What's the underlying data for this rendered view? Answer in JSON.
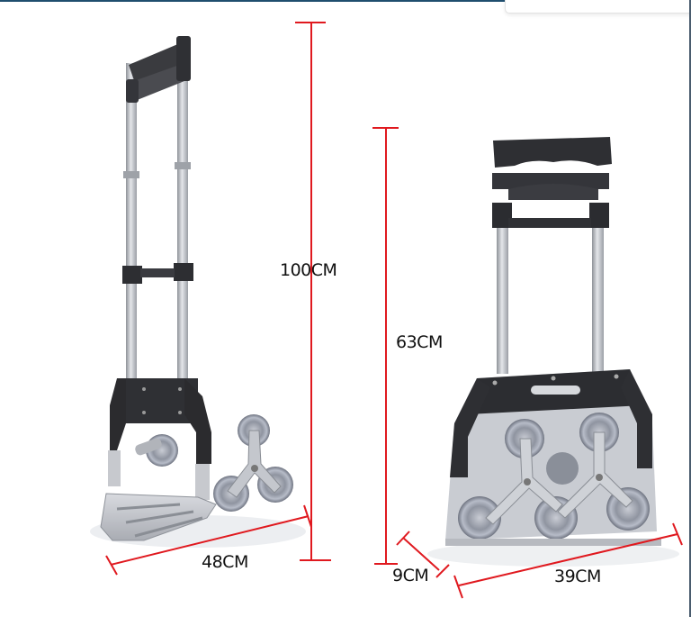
{
  "product": {
    "description": "Folding stair-climbing hand trolley, shown extended (left) and folded (right)"
  },
  "dimensions": {
    "extended_height": "100CM",
    "platform_length": "48CM",
    "folded_height": "63CM",
    "folded_depth": "9CM",
    "folded_width": "39CM"
  },
  "colors": {
    "dimension_line": "#e0191f",
    "label_text": "#111111",
    "frame_black": "#2b2b2e",
    "aluminum": "#b9bcc2",
    "top_border": "#1f4e6e"
  }
}
